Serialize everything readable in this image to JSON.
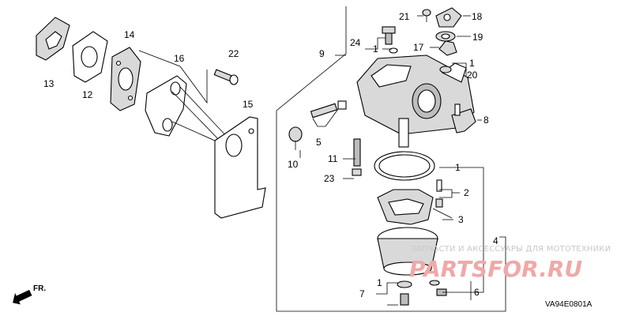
{
  "diagram": {
    "labels": {
      "l1a": "1",
      "l1b": "1",
      "l1c": "1",
      "l1d": "1",
      "l2": "2",
      "l3": "3",
      "l4": "4",
      "l5": "5",
      "l6": "6",
      "l7": "7",
      "l8": "8",
      "l9": "9",
      "l10": "10",
      "l11": "11",
      "l12": "12",
      "l13": "13",
      "l14": "14",
      "l15": "15",
      "l16": "16",
      "l17": "17",
      "l18": "18",
      "l19": "19",
      "l20": "20",
      "l21": "21",
      "l22": "22",
      "l23": "23",
      "l24": "24"
    },
    "front_indicator": "FR.",
    "diagram_code": "VA94E0801A"
  },
  "watermark": {
    "caption": "ЗАПЧАСТИ И АКСЕССУАРЫ ДЛЯ МОТОТЕХНИКИ",
    "brand": "PARTSFOR.RU"
  }
}
